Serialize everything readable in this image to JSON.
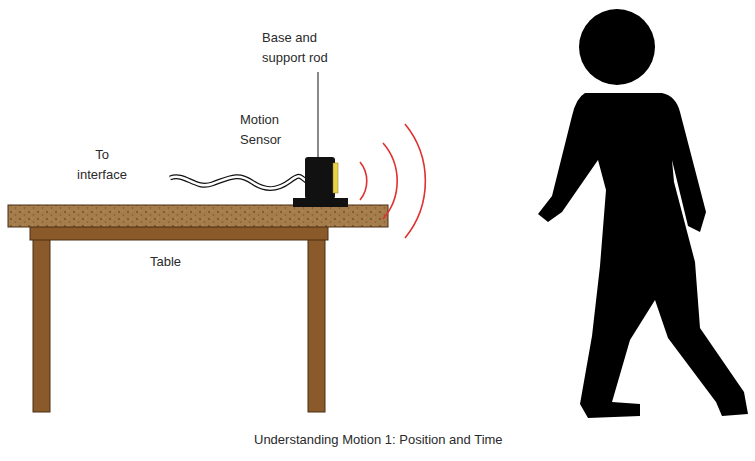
{
  "diagram": {
    "caption": "Understanding Motion 1: Position and Time",
    "labels": [
      "Base and support rod",
      "Motion Sensor",
      "To interface",
      "Table"
    ]
  }
}
